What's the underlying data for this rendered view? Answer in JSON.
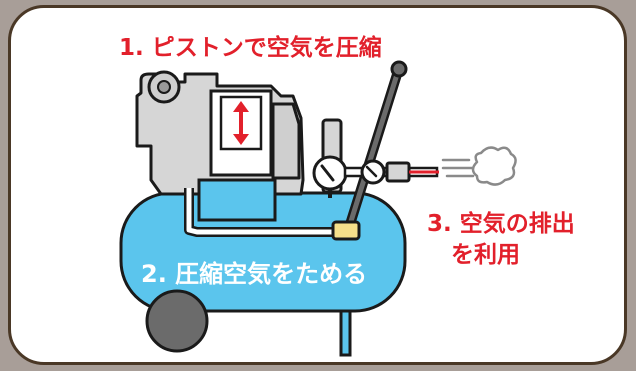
{
  "labels": {
    "step1": "1. ピストンで空気を圧縮",
    "step2": "2. 圧縮空気をためる",
    "step3_line1": "3. 空気の排出",
    "step3_line2": "を利用"
  },
  "colors": {
    "frame": "#a89e98",
    "border": "#4a3826",
    "tank": "#5bc5ed",
    "motor": "#d6d6d6",
    "accent_red": "#e2202b",
    "valve": "#f6e08a",
    "wheel": "#6b6b6b",
    "outline": "#1a1a1a"
  },
  "icons": {
    "piston_arrow": "double-arrow-updown-icon",
    "exhaust": "air-puff-icon",
    "gauge": "pressure-gauge-icon"
  }
}
